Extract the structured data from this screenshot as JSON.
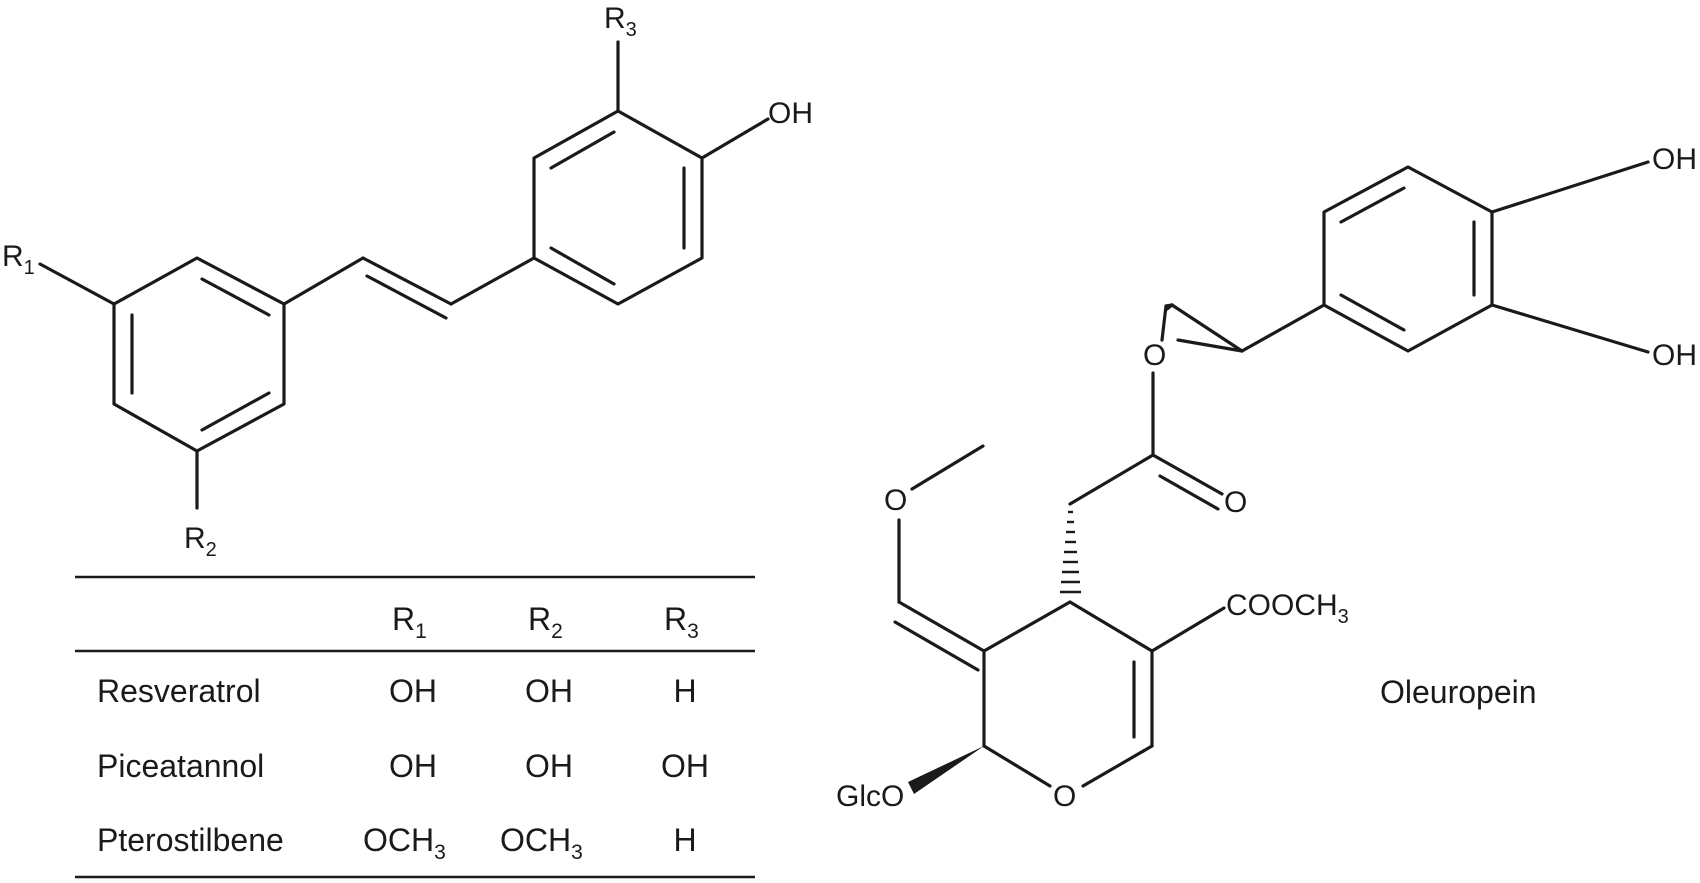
{
  "stilbene": {
    "labels": {
      "r1": "R1",
      "r2": "R2",
      "r3": "R3",
      "oh": "OH"
    },
    "table": {
      "headers": [
        "R1",
        "R2",
        "R3"
      ],
      "rows": [
        {
          "name": "Resveratrol",
          "r1": "OH",
          "r2": "OH",
          "r3": "H"
        },
        {
          "name": "Piceatannol",
          "r1": "OH",
          "r2": "OH",
          "r3": "OH"
        },
        {
          "name": "Pterostilbene",
          "r1": "OCH3",
          "r2": "OCH3",
          "r3": "H"
        }
      ]
    }
  },
  "oleuropein": {
    "name": "Oleuropein",
    "labels": {
      "oh_top": "OH",
      "oh_bottom": "OH",
      "ester_o": "O",
      "carbonyl_o": "O",
      "methoxy_o": "O",
      "cooch3": "COOCH3",
      "ring_o": "O",
      "glco": "GlcO"
    }
  }
}
